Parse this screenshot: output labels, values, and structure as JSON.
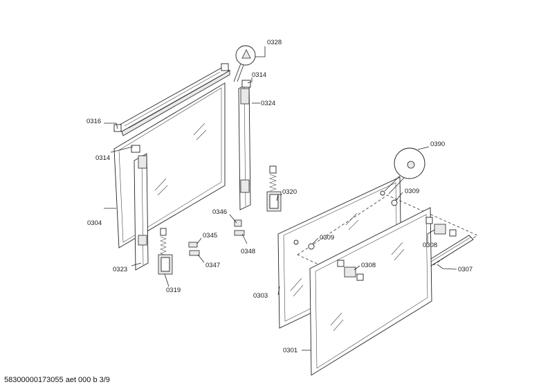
{
  "footer": {
    "doc_id": "58300000173055 aet 000 b 3/9"
  },
  "labels": {
    "p0328": "0328",
    "p0314a": "0314",
    "p0324": "0324",
    "p0316": "0316",
    "p0314b": "0314",
    "p0304": "0304",
    "p0320": "0320",
    "p0346": "0346",
    "p0348": "0348",
    "p0345": "0345",
    "p0347": "0347",
    "p0323": "0323",
    "p0319": "0319",
    "p0390": "0390",
    "p0309a": "0309",
    "p0309b": "0309",
    "p0308a": "0308",
    "p0308b": "0308",
    "p0307": "0307",
    "p0303": "0303",
    "p0301": "0301"
  }
}
